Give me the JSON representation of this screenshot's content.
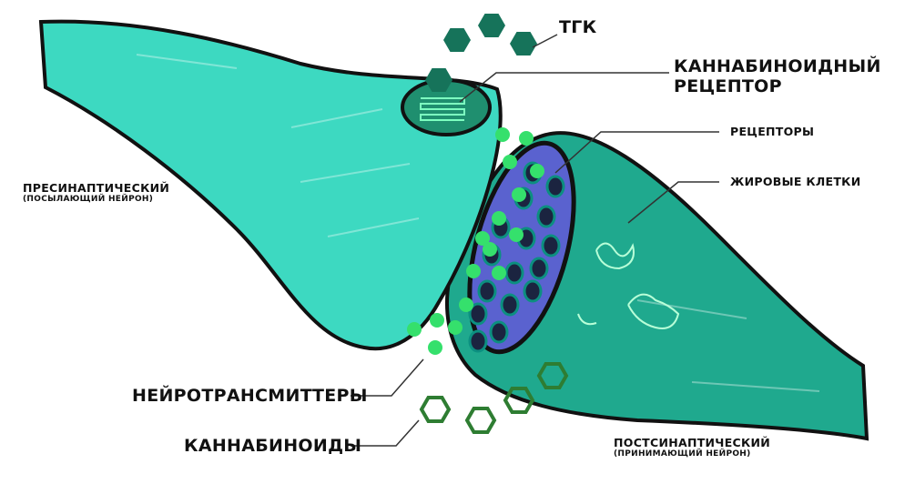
{
  "labels": {
    "thc": "ТГК",
    "cannabinoid_receptor_line1": "КАННАБИНОИДНЫЙ",
    "cannabinoid_receptor_line2": "РЕЦЕПТОР",
    "receptors": "РЕЦЕПТОРЫ",
    "fat_cells": "ЖИРОВЫЕ КЛЕТКИ",
    "presynaptic": "ПРЕСИНАПТИЧЕСКИЙ",
    "presynaptic_sub": "(ПОСЫЛАЮЩИЙ НЕЙРОН)",
    "neurotransmitters": "НЕЙРОТРАНСМИТТЕРЫ",
    "cannabinoids": "КАННАБИНОИДЫ",
    "postsynaptic": "ПОСТСИНАПТИЧЕСКИЙ",
    "postsynaptic_sub": "(ПРИНИМАЮЩИЙ НЕЙРОН)"
  },
  "colors": {
    "presynaptic": "#3dd9c1",
    "postsynaptic": "#1fa98e",
    "receptor_membrane": "#5a62cf",
    "thc": "#16735a",
    "cannabinoid": "#2e7d32",
    "neurotransmitter": "#35e06c"
  }
}
